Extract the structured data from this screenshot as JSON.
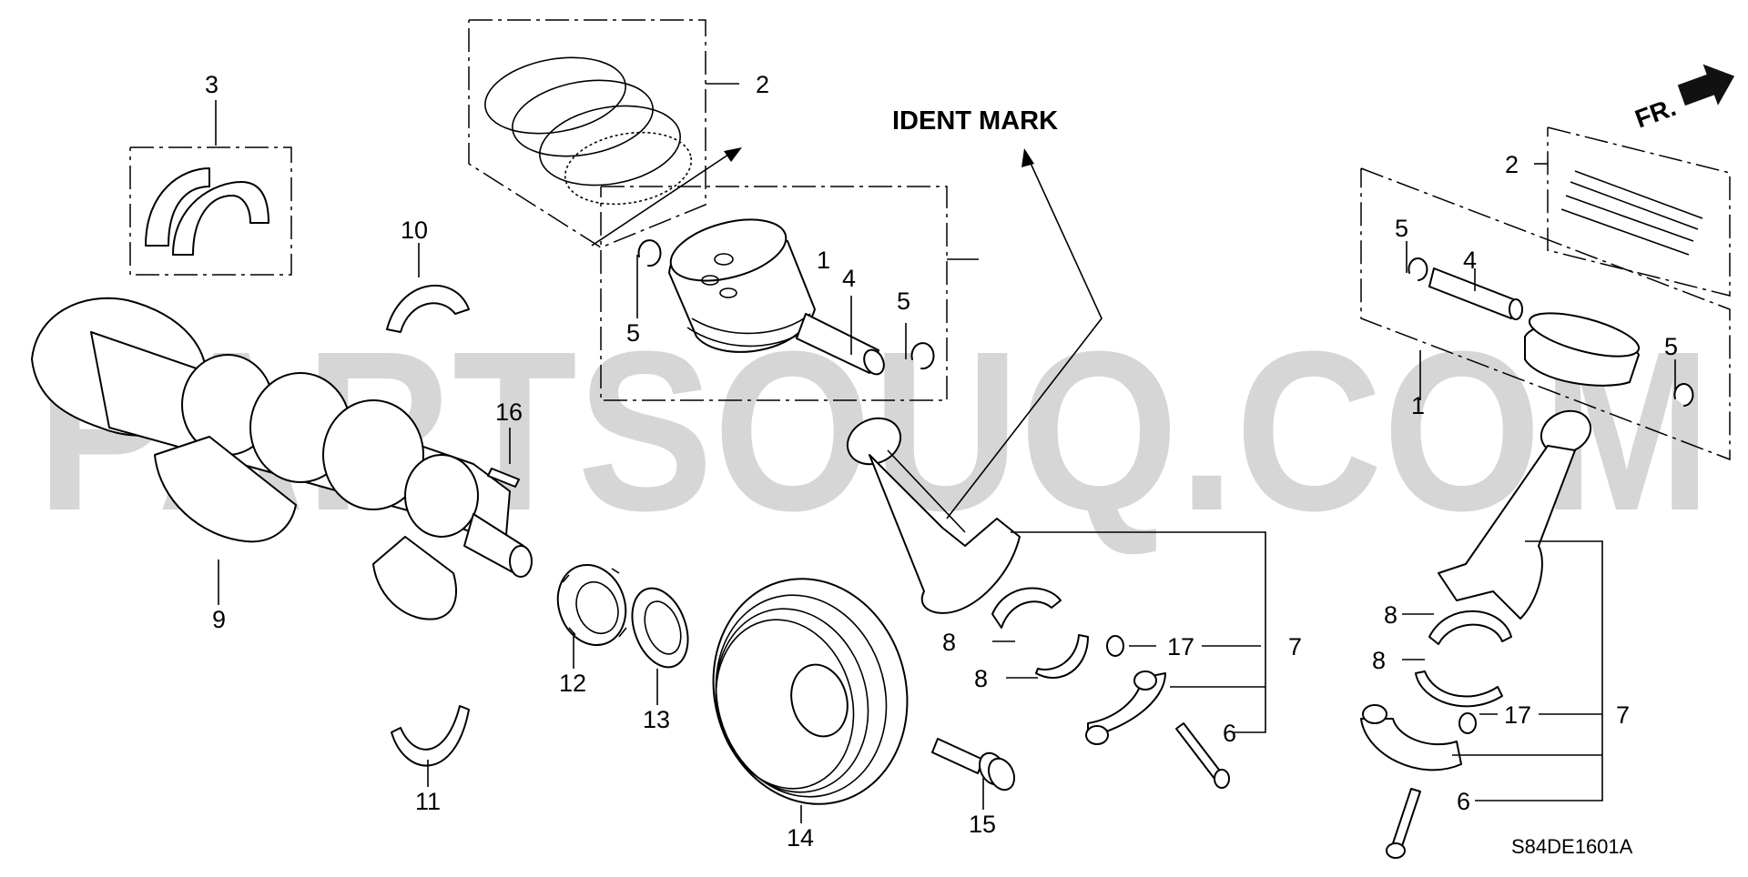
{
  "diagram": {
    "ident_mark": "IDENT MARK",
    "front_arrow": "FR.",
    "diagram_code": "S84DE1601A",
    "watermark": "PARTSOUQ.COM",
    "callouts": [
      "1",
      "1",
      "2",
      "2",
      "3",
      "4",
      "4",
      "5",
      "5",
      "5",
      "5",
      "6",
      "6",
      "7",
      "7",
      "8",
      "8",
      "8",
      "8",
      "9",
      "10",
      "11",
      "12",
      "13",
      "14",
      "15",
      "16",
      "17",
      "17"
    ]
  }
}
